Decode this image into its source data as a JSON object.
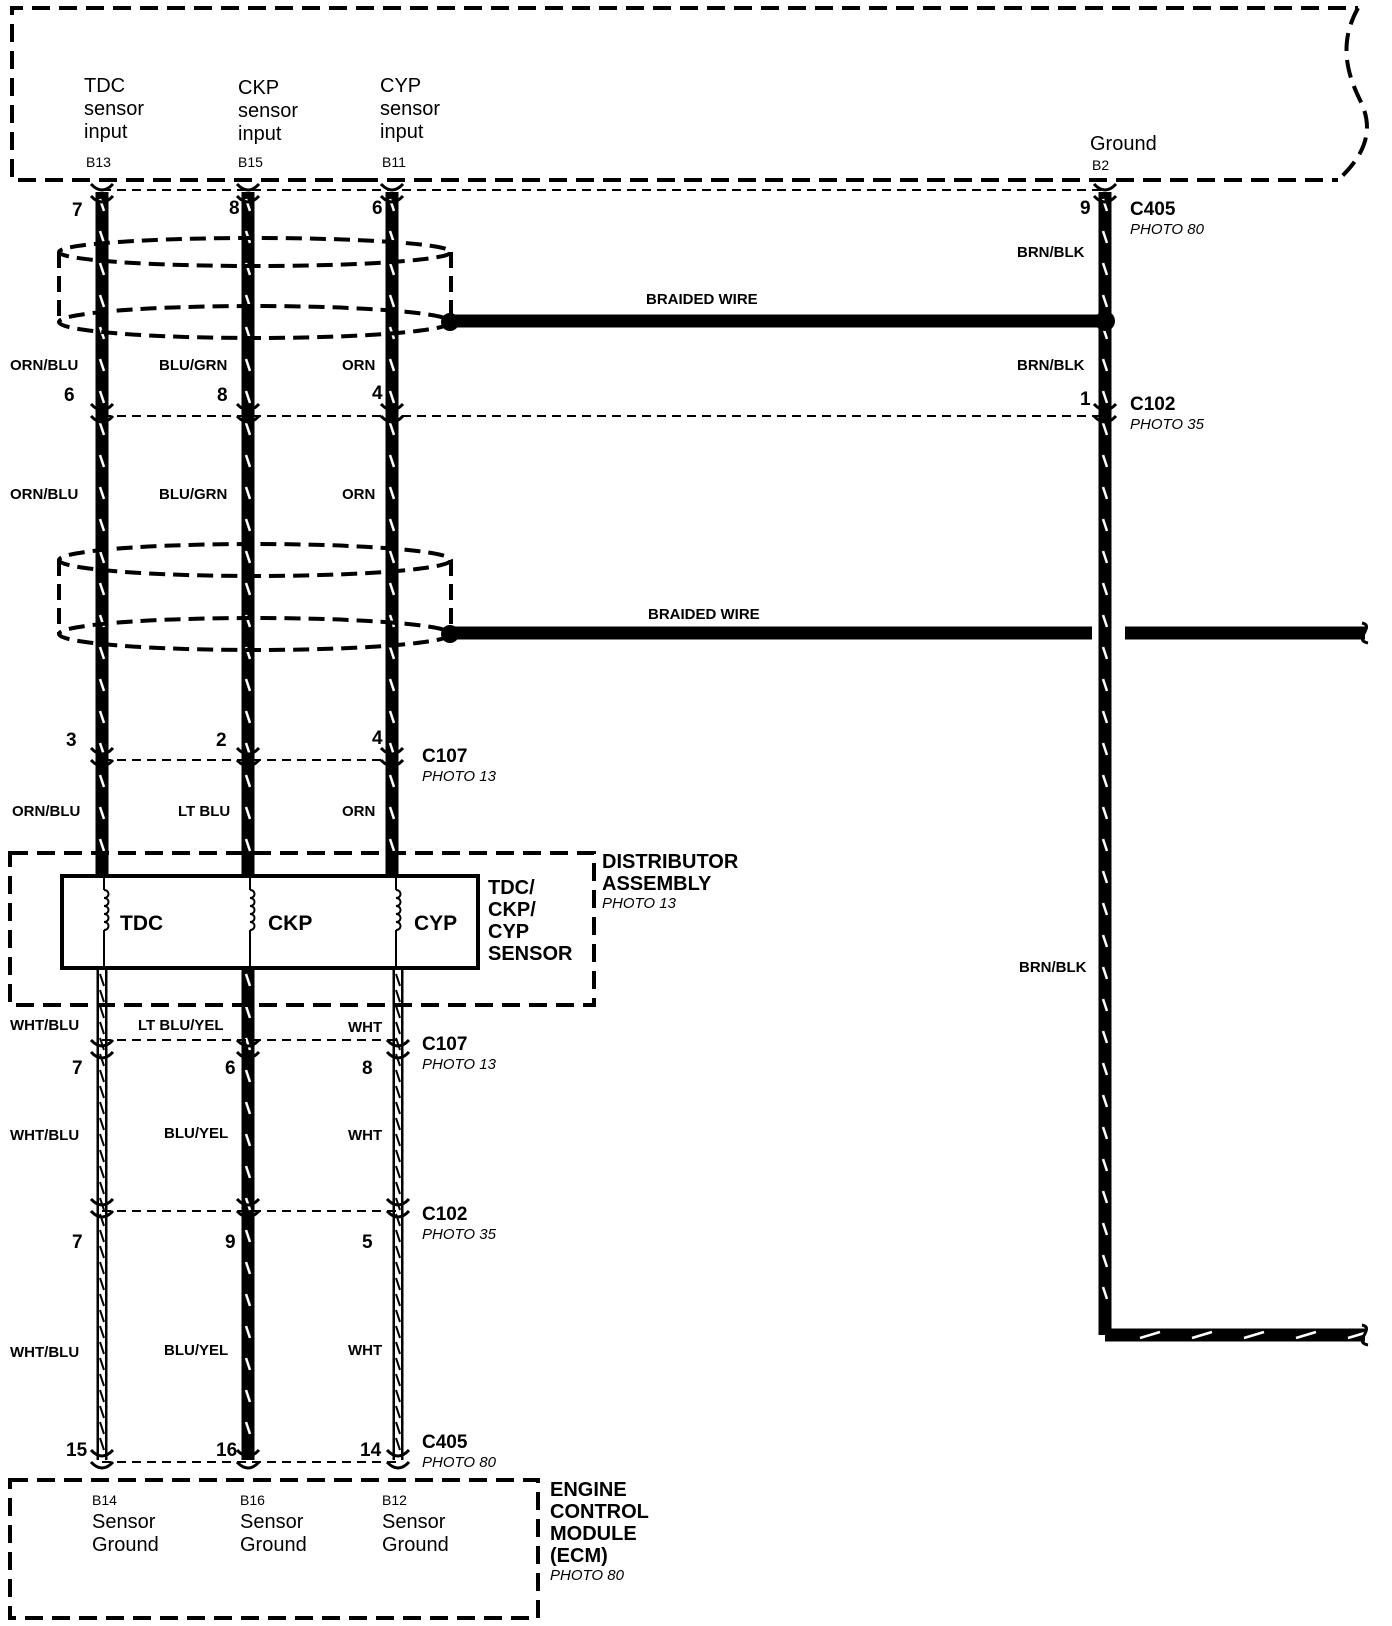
{
  "colors": {
    "ink": "#000000",
    "paper": "#ffffff"
  },
  "ecm_top": {
    "pins": [
      {
        "lines": [
          "TDC",
          "sensor",
          "input"
        ],
        "pin": "B13"
      },
      {
        "lines": [
          "CKP",
          "sensor",
          "input"
        ],
        "pin": "B15"
      },
      {
        "lines": [
          "CYP",
          "sensor",
          "input"
        ],
        "pin": "B11"
      }
    ],
    "ground": {
      "label": "Ground",
      "pin": "B2"
    }
  },
  "connectors": {
    "c405_top": {
      "name": "C405",
      "photo": "PHOTO 80",
      "pins": [
        "7",
        "8",
        "6",
        "9"
      ]
    },
    "c102_top": {
      "name": "C102",
      "photo": "PHOTO 35",
      "pins": [
        "6",
        "8",
        "4",
        "1"
      ]
    },
    "c107_top": {
      "name": "C107",
      "photo": "PHOTO 13",
      "pins": [
        "3",
        "2",
        "4"
      ]
    },
    "c107_bot": {
      "name": "C107",
      "photo": "PHOTO 13",
      "pins": [
        "7",
        "6",
        "8"
      ]
    },
    "c102_bot": {
      "name": "C102",
      "photo": "PHOTO 35",
      "pins": [
        "7",
        "9",
        "5"
      ]
    },
    "c405_bot": {
      "name": "C405",
      "photo": "PHOTO 80",
      "pins": [
        "15",
        "16",
        "14"
      ]
    }
  },
  "wire_colors": {
    "row1": [
      "ORN/BLU",
      "BLU/GRN",
      "ORN"
    ],
    "row2": [
      "ORN/BLU",
      "BLU/GRN",
      "ORN"
    ],
    "row3": [
      "ORN/BLU",
      "LT BLU",
      "ORN"
    ],
    "row4": [
      "WHT/BLU",
      "LT BLU/YEL",
      "WHT"
    ],
    "row5": [
      "WHT/BLU",
      "BLU/YEL",
      "WHT"
    ],
    "row6": [
      "WHT/BLU",
      "BLU/YEL",
      "WHT"
    ],
    "ground": [
      "BRN/BLK",
      "BRN/BLK",
      "BRN/BLK"
    ]
  },
  "braided": [
    "BRAIDED WIRE",
    "BRAIDED WIRE"
  ],
  "distributor": {
    "title": [
      "DISTRIBUTOR",
      "ASSEMBLY"
    ],
    "photo": "PHOTO 13",
    "sensor_label": [
      "TDC/",
      "CKP/",
      "CYP",
      "SENSOR"
    ],
    "sensors": [
      "TDC",
      "CKP",
      "CYP"
    ]
  },
  "ecm_bottom": {
    "title": [
      "ENGINE",
      "CONTROL",
      "MODULE",
      "(ECM)"
    ],
    "photo": "PHOTO 80",
    "pins": [
      {
        "pin": "B14",
        "lines": [
          "Sensor",
          "Ground"
        ]
      },
      {
        "pin": "B16",
        "lines": [
          "Sensor",
          "Ground"
        ]
      },
      {
        "pin": "B12",
        "lines": [
          "Sensor",
          "Ground"
        ]
      }
    ]
  }
}
